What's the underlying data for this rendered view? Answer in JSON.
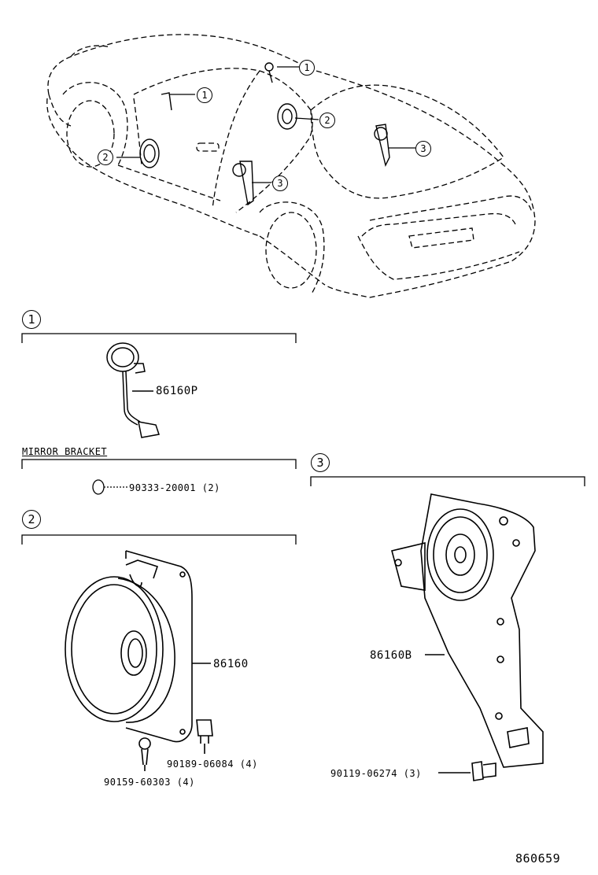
{
  "callouts": {
    "c1": "1",
    "c2": "2",
    "c3": "3"
  },
  "sections": {
    "s1": {
      "number": "1",
      "parts": [
        {
          "part_no": "86160P"
        }
      ]
    },
    "mirror": {
      "title": "MIRROR BRACKET",
      "parts": [
        {
          "part_no": "90333-20001 (2)"
        }
      ]
    },
    "s2": {
      "number": "2",
      "parts": [
        {
          "part_no": "86160"
        },
        {
          "part_no": "90189-06084 (4)"
        },
        {
          "part_no": "90159-60303 (4)"
        }
      ]
    },
    "s3": {
      "number": "3",
      "parts": [
        {
          "part_no": "86160B"
        },
        {
          "part_no": "90119-06274 (3)"
        }
      ]
    }
  },
  "diagram_id": "860659"
}
